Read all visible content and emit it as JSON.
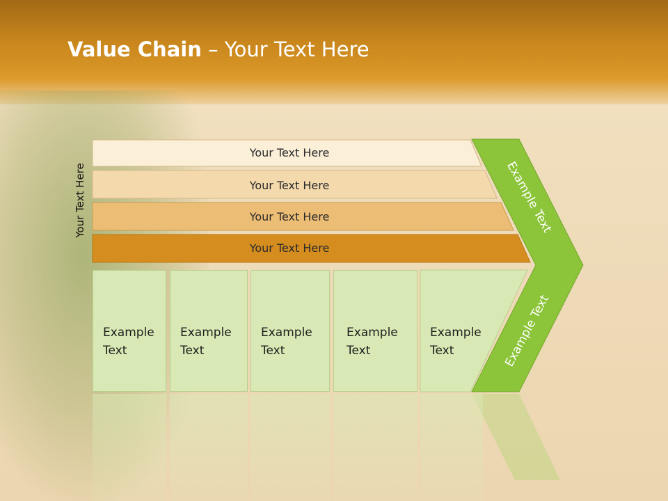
{
  "slide": {
    "title_bold": "Value Chain",
    "title_rest": " – Your Text Here",
    "side_label": "Your Text Here"
  },
  "bars": [
    {
      "label": "Your Text Here",
      "color": "#fbefd8"
    },
    {
      "label": "Your Text Here",
      "color": "#f4d9ad"
    },
    {
      "label": "Your Text Here",
      "color": "#ecbd74"
    },
    {
      "label": "Your Text Here",
      "color": "#d58d1f"
    }
  ],
  "chevron": {
    "top_label": "Example Text",
    "bottom_label": "Example Text",
    "color": "#8cc43a"
  },
  "activities": [
    {
      "line1": "Example",
      "line2": "Text"
    },
    {
      "line1": "Example",
      "line2": "Text"
    },
    {
      "line1": "Example",
      "line2": "Text"
    },
    {
      "line1": "Example",
      "line2": "Text"
    },
    {
      "line1": "Example",
      "line2": "Text"
    }
  ]
}
